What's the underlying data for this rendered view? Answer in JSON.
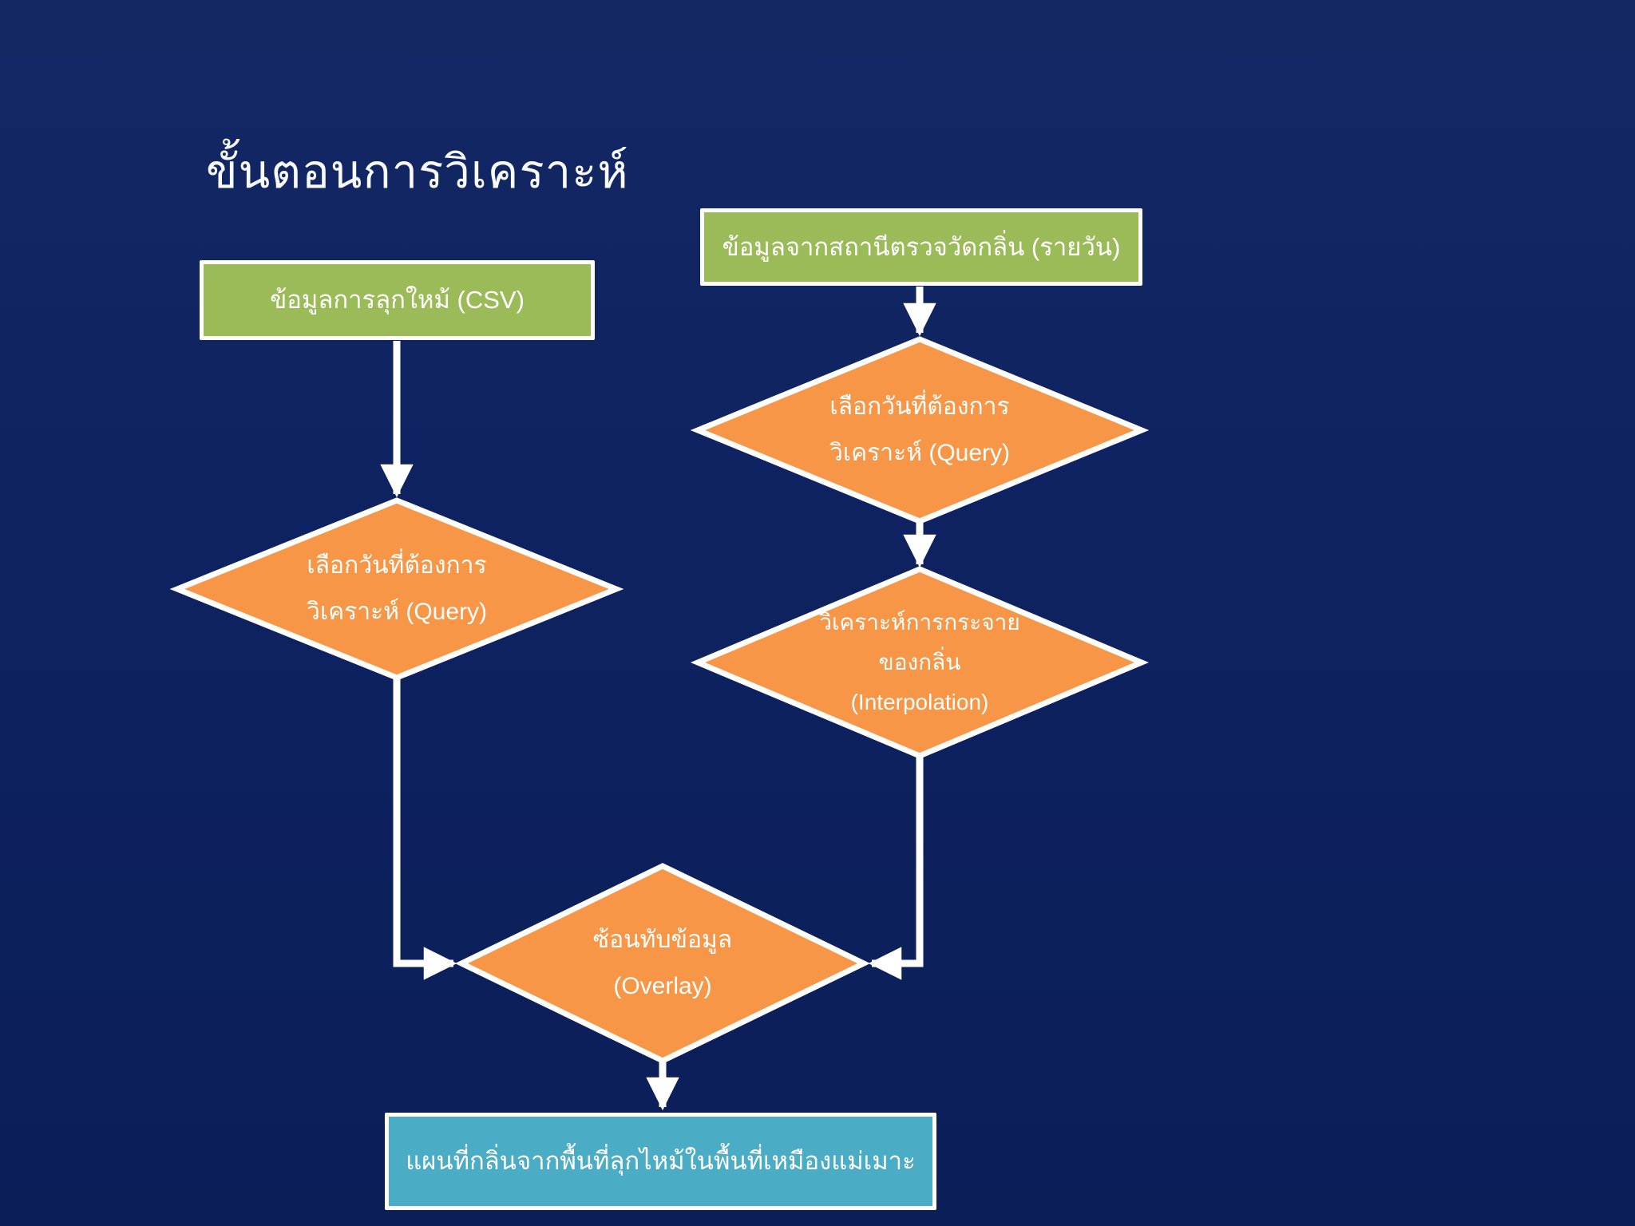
{
  "slide": {
    "title": "ขั้นตอนการวิเคราะห์"
  },
  "colors": {
    "background": "#0e2261",
    "process_green": "#9bbb59",
    "decision_orange": "#f79646",
    "result_blue": "#4bacc6",
    "connector_white": "#ffffff",
    "text_white": "#ffffff"
  },
  "nodes": {
    "fire_data": {
      "label": "ข้อมูลการลุกใหม้ (CSV)"
    },
    "station_data": {
      "label": "ข้อมูลจากสถานีตรวจวัดกลิ่น (รายวัน)"
    },
    "query_left": {
      "line1": "เลือกวันที่ต้องการ",
      "line2": "วิเคราะห์ (Query)"
    },
    "query_right": {
      "line1": "เลือกวันที่ต้องการ",
      "line2": "วิเคราะห์ (Query)"
    },
    "interpolation": {
      "line1": "วิเคราะห์การกระจาย",
      "line2": "ของกลิ่น",
      "line3": "(Interpolation)"
    },
    "overlay": {
      "line1": "ซ้อนทับข้อมูล",
      "line2": "(Overlay)"
    },
    "result": {
      "label": "แผนที่กลิ่นจากพื้นที่ลุกไหม้ในพื้นที่เหมืองแม่เมาะ"
    }
  }
}
